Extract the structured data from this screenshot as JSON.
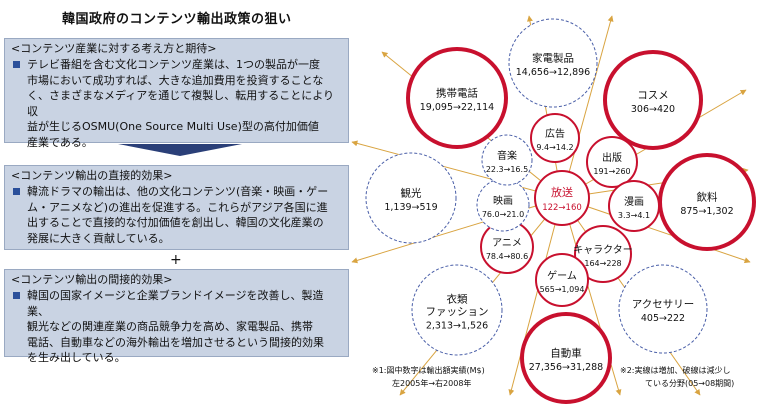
{
  "title": "韓国政府のコンテンツ輸出政策の狙い",
  "panels": [
    {
      "heading": "<コンテンツ産業に対する考え方と期待>",
      "lines": [
        "テレビ番組を含む文化コンテンツ産業は、1つの製品が一度",
        "市場において成功すれば、大きな追加費用を投資することな",
        "く、さまざまなメディアを通じて複製し、転用することにより収",
        "益が生じるOSMU(One Source Multi Use)型の高付加価値",
        "産業である。"
      ]
    },
    {
      "heading": "<コンテンツ輸出の直接的効果>",
      "lines": [
        "韓流ドラマの輸出は、他の文化コンテンツ(音楽・映画・ゲー",
        "ム・アニメなど)の進出を促進する。これらがアジア各国に進",
        "出することで直接的な付加価値を創出し、韓国の文化産業の",
        "発展に大きく貢献している。"
      ]
    },
    {
      "heading": "<コンテンツ輸出の間接的効果>",
      "lines": [
        "韓国の国家イメージと企業ブランドイメージを改善し、製造業、",
        "観光などの関連産業の商品競争力を高め、家電製品、携帯",
        "電話、自動車などの海外輸出を増加させるという間接的効果",
        "を生み出している。"
      ]
    }
  ],
  "plus": "+",
  "center": {
    "name": "放送",
    "value": "122→160"
  },
  "inner_nodes": [
    {
      "name": "広告",
      "value": "9.4→14.2",
      "trend": "increase"
    },
    {
      "name": "出版",
      "value": "191→260",
      "trend": "increase"
    },
    {
      "name": "漫画",
      "value": "3.3→4.1",
      "trend": "increase"
    },
    {
      "name": "キャラクター",
      "value": "164→228",
      "trend": "increase"
    },
    {
      "name": "ゲーム",
      "value": "565→1,094",
      "trend": "increase"
    },
    {
      "name": "アニメ",
      "value": "78.4→80.6",
      "trend": "increase"
    },
    {
      "name": "映画",
      "value": "76.0→21.0",
      "trend": "decrease"
    },
    {
      "name": "音楽",
      "value": "22.3→16.5",
      "trend": "decrease"
    }
  ],
  "outer_nodes": [
    {
      "name": "家電製品",
      "value": "14,656→12,896",
      "trend": "decrease"
    },
    {
      "name": "コスメ",
      "value": "306→420",
      "trend": "increase"
    },
    {
      "name": "飲料",
      "value": "875→1,302",
      "trend": "increase"
    },
    {
      "name": "アクセサリー",
      "value": "405→222",
      "trend": "decrease"
    },
    {
      "name": "自動車",
      "value": "27,356→31,288",
      "trend": "increase"
    },
    {
      "name": "衣類\nファッション",
      "value": "2,313→1,526",
      "trend": "decrease"
    },
    {
      "name": "観光",
      "value": "1,139→519",
      "trend": "decrease"
    },
    {
      "name": "携帯電話",
      "value": "19,095→22,114",
      "trend": "increase"
    }
  ],
  "notes": {
    "left": [
      "※1:図中数字は輸出額実績(M$)",
      "左2005年→右2008年"
    ],
    "right": [
      "※2:実線は増加、破線は減少し",
      "ている分野(05→08期間)"
    ]
  },
  "colors": {
    "increase": "#c8102e",
    "decrease": "#4a5fa8",
    "arrow": "#d9a441",
    "center_text": "#c8102e",
    "panel": "#c9d3e3",
    "bullet": "#2a4f9a"
  }
}
